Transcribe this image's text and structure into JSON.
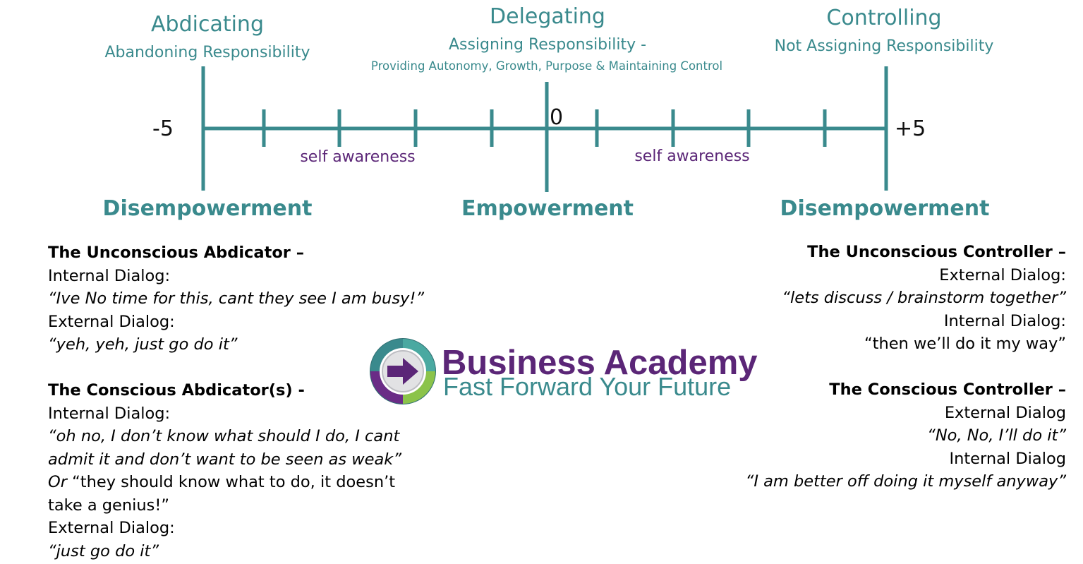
{
  "top": {
    "left": {
      "title": "Abdicating",
      "subtitle": "Abandoning Responsibility"
    },
    "center": {
      "title": "Delegating",
      "subtitle": "Assigning Responsibility  -",
      "note": "Providing Autonomy, Growth, Purpose & Maintaining Control"
    },
    "right": {
      "title": "Controlling",
      "subtitle": "Not Assigning Responsibility"
    }
  },
  "scale": {
    "min_label": "-5",
    "zero_label": "0",
    "max_label": "+5",
    "min": -5,
    "max": 5
  },
  "awareness": {
    "left": "self awareness",
    "right": "self awareness"
  },
  "states": {
    "left": "Disempowerment",
    "center": "Empowerment",
    "right": "Disempowerment"
  },
  "colors": {
    "teal": "#3a8a8d",
    "purple": "#5b2677"
  },
  "abdicator_unconscious": {
    "title": "The Unconscious Abdicator –",
    "internal_label": "Internal Dialog:",
    "internal_quote": "“Ive No time for this, cant they see I am busy!”",
    "external_label": "External Dialog:",
    "external_quote": "“yeh, yeh, just go do it”"
  },
  "abdicator_conscious": {
    "title": "The Conscious Abdicator(s)  -",
    "internal_label": "Internal Dialog:",
    "quote_line1": "“oh no, I don’t know what should I do, I cant",
    "quote_line2": "admit it and don’t want to be seen as weak”",
    "or_word": "Or",
    "alt_line1": " “they should know what to do, it doesn’t",
    "alt_line2": "take a genius!”",
    "external_label": "External Dialog:",
    "external_quote": "“just go do it”"
  },
  "controller_unconscious": {
    "title": "The Unconscious Controller –",
    "external_label": "External Dialog:",
    "external_quote": "“lets discuss / brainstorm together”",
    "internal_label": "Internal Dialog:",
    "internal_quote": "“then we’ll do it my way”"
  },
  "controller_conscious": {
    "title": "The Conscious Controller –",
    "external_label": "External Dialog",
    "external_quote": "“No, No, I’ll do it”",
    "internal_label": "Internal Dialog",
    "internal_quote": "“I am better off doing it myself anyway”"
  },
  "logo": {
    "name": "Business Academy",
    "tagline": "Fast Forward Your Future",
    "icon": "arrow-right-icon"
  }
}
